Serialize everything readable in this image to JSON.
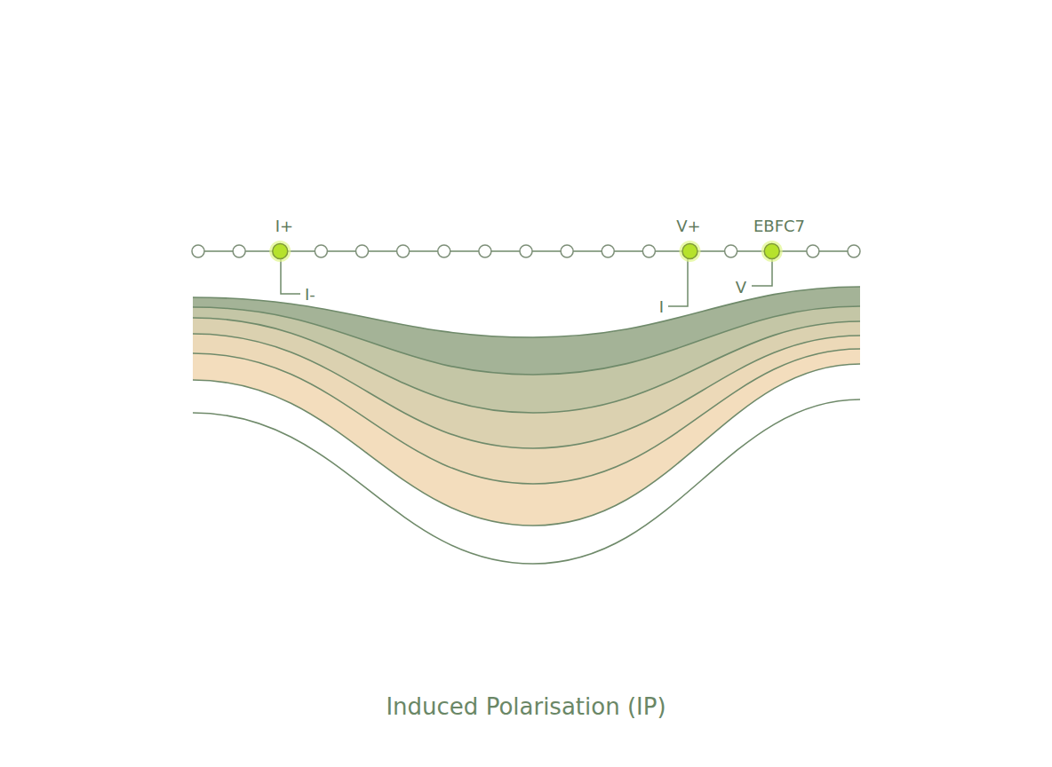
{
  "diagram": {
    "caption": "Induced Polarisation (IP)",
    "labels": [
      "I+",
      "V+",
      "EBFC7",
      "I-",
      "I",
      "V"
    ]
  }
}
